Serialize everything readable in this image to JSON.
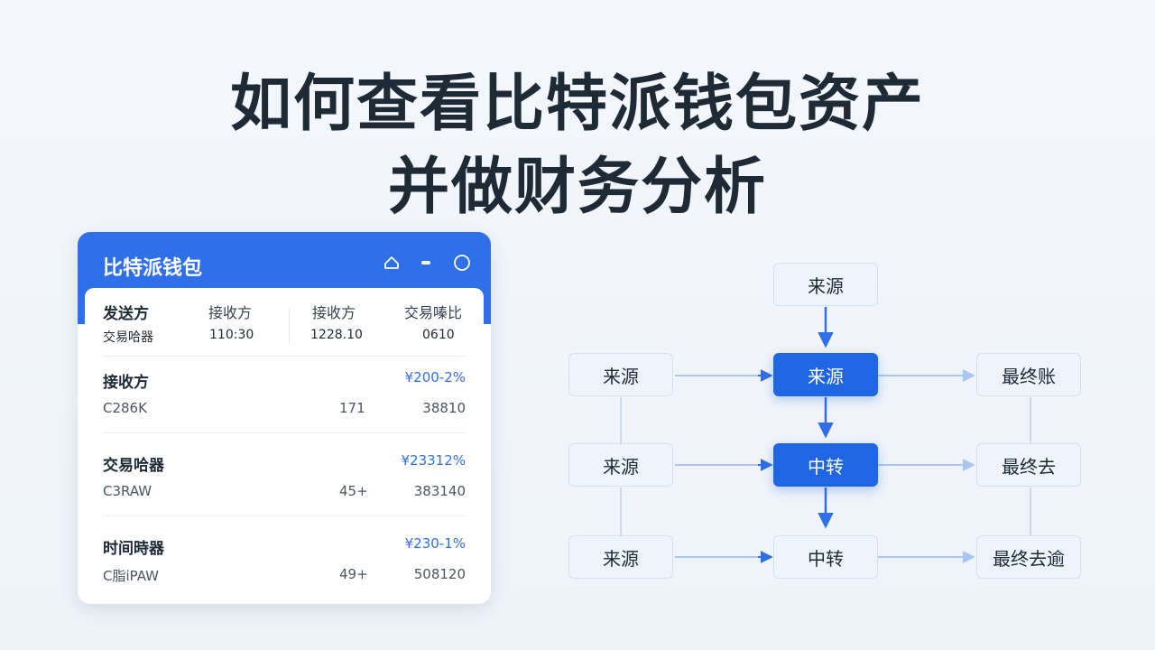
{
  "headline": {
    "line1": "如何查看比特派钱包资产",
    "line2": "并做财务分析"
  },
  "wallet": {
    "title": "比特派钱包",
    "icons": [
      "home-icon",
      "minimize-icon",
      "circle-icon"
    ],
    "header_row": {
      "labels": [
        "发送方",
        "接收方",
        "接收方",
        "交易嗪比"
      ],
      "values": [
        "交易哈器",
        "110:30",
        "1228.10",
        "0610"
      ]
    },
    "entries": [
      {
        "label": "接收方",
        "change": "¥200-2%",
        "code": "C286K",
        "count": "171",
        "amount": "38810"
      },
      {
        "label": "交易哈器",
        "change": "¥23312%",
        "code": "C3RAW",
        "count": "45+",
        "amount": "383140"
      },
      {
        "label": "时间時器",
        "change": "¥230-1%",
        "code": "C脂iPAW",
        "count": "49+",
        "amount": "508120"
      }
    ]
  },
  "flow": {
    "top": "来源",
    "left": [
      "来源",
      "来源",
      "来源"
    ],
    "center": [
      "来源",
      "中转",
      "中转"
    ],
    "right": [
      "最终账",
      "最终去",
      "最终去逾"
    ]
  },
  "colors": {
    "primary": "#2f6fe8",
    "node_active": "#1f66e5",
    "node_bg": "#eef4fc",
    "text": "#1f2a37"
  }
}
